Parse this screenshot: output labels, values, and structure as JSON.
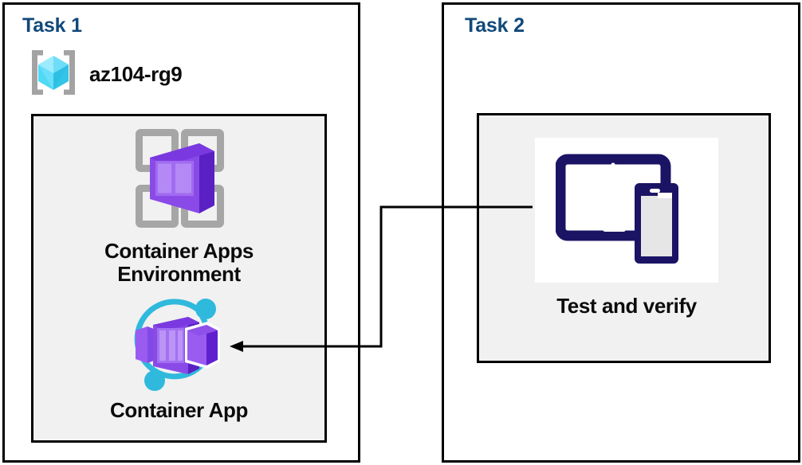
{
  "diagram": {
    "title": "Azure Container Apps task diagram",
    "background": "#ffffff",
    "colors": {
      "task_title": "#11497a",
      "panel_border": "#000000",
      "inner_fill": "#f1f1f1",
      "label_text": "#0b0b0b",
      "container_purple_light": "#9a5cf0",
      "container_purple_dark": "#6020cf",
      "ring_cyan": "#2eb6d8",
      "resource_group_cyan": "#50e6ff",
      "device_navy": "#1b1464",
      "grid_gray": "#a6a6a6",
      "connector": "#000000"
    }
  },
  "task1": {
    "title": "Task 1",
    "resource_group": {
      "icon": "resource-group-icon",
      "label": "az104-rg9"
    },
    "resources": [
      {
        "icon": "container-apps-environment-icon",
        "label": "Container Apps\nEnvironment"
      },
      {
        "icon": "container-app-icon",
        "label": "Container App"
      }
    ]
  },
  "task2": {
    "title": "Task 2",
    "tile": {
      "icon": "test-and-verify-devices-icon",
      "label": "Test and verify"
    }
  },
  "connector": {
    "from": "test-and-verify-devices-icon",
    "to": "container-app-icon",
    "arrow_direction": "left",
    "style": "orthogonal-elbow"
  }
}
